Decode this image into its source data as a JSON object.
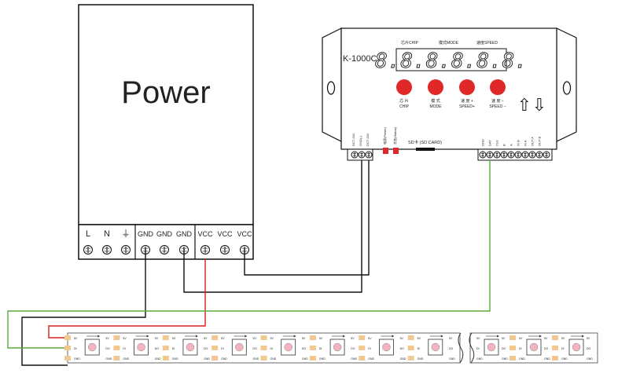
{
  "power_supply": {
    "title": "Power",
    "terminals": [
      "L",
      "N",
      "⏚",
      "GND",
      "GND",
      "GND",
      "VCC",
      "VCC",
      "VCC"
    ]
  },
  "controller": {
    "model": "K-1000C",
    "header_labels": [
      "芯片CHIP",
      "模式MODE",
      "速度SPEED"
    ],
    "display": "8.8.8.8.8.8.",
    "buttons": [
      {
        "label_cn": "芯 片",
        "label_en": "CHIP"
      },
      {
        "label_cn": "模 式",
        "label_en": "MODE"
      },
      {
        "label_cn": "速 度 +",
        "label_en": "SPEED+"
      },
      {
        "label_cn": "速 度 −",
        "label_en": "SPEED −"
      }
    ],
    "arrows": [
      "⇧",
      "⇩"
    ],
    "input_labels": [
      "DC7-24V",
      "GND(-)",
      "DC7-24V"
    ],
    "switch_labels": [
      "电源(Power)",
      "状态(Status)"
    ],
    "sd_label": "SD卡 (SD CARD)",
    "output_labels": [
      "GND",
      "DAT",
      "CLK",
      "B",
      "A",
      "IN B",
      "IN A",
      "OUT A",
      "OUT B"
    ]
  },
  "led_strip": {
    "pad_labels": [
      "5V",
      "DI",
      "GND"
    ],
    "pad_out_labels": [
      "5V",
      "DO",
      "GND"
    ]
  },
  "colors": {
    "wire_black": "#111111",
    "wire_red": "#d62020",
    "wire_green": "#5aaa3c",
    "button_red": "#e02828",
    "strip_pad": "#f0c890",
    "led": "#f3b4c0"
  }
}
